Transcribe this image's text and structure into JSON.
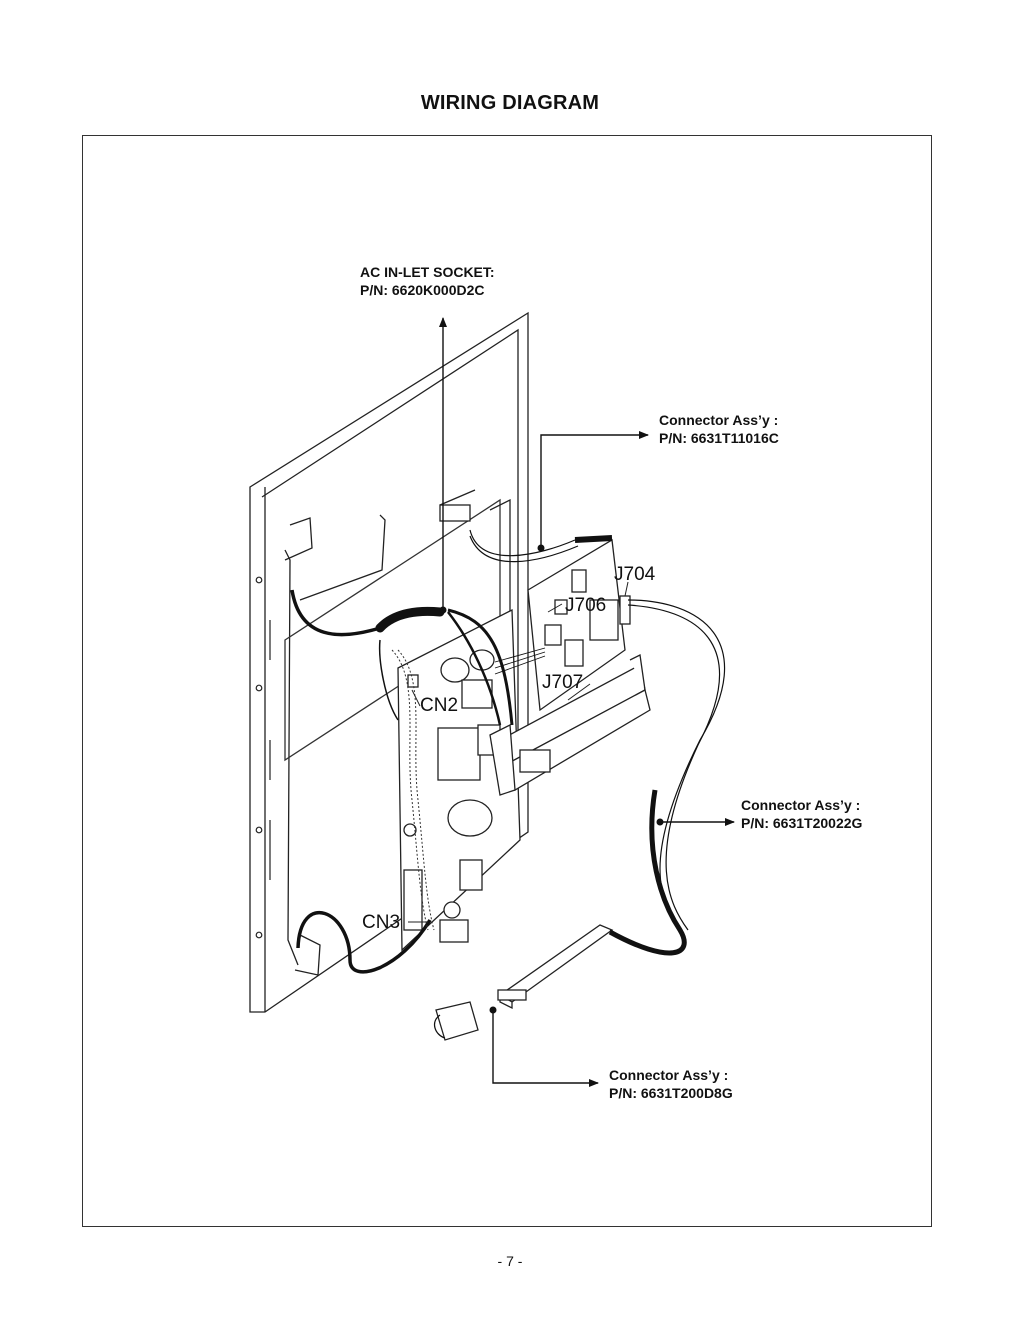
{
  "title": "WIRING DIAGRAM",
  "page_number": "- 7 -",
  "callouts": {
    "ac_inlet": {
      "line1": "AC IN-LET SOCKET:",
      "line2": "P/N: 6620K000D2C"
    },
    "conn_11016c": {
      "line1": "Connector Ass’y :",
      "line2": "P/N: 6631T11016C"
    },
    "conn_20022g": {
      "line1": "Connector Ass’y :",
      "line2": "P/N: 6631T20022G"
    },
    "conn_200d8g": {
      "line1": "Connector Ass’y :",
      "line2": "P/N: 6631T200D8G"
    }
  },
  "connectors": {
    "j704": "J704",
    "j706": "J706",
    "j707": "J707",
    "cn2": "CN2",
    "cn3": "CN3"
  }
}
